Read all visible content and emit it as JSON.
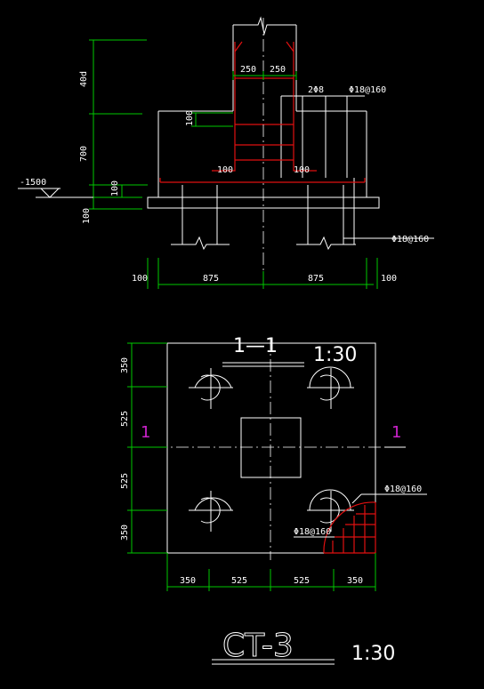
{
  "elevation": {
    "depth_label": {
      "upper_dim": "40d",
      "mid_dim": "700",
      "cover_dim": "100",
      "pad_dim": "100",
      "bar_top_dim": "100"
    },
    "level_mark": "-1500",
    "column_dims": {
      "left": "250",
      "right": "250"
    },
    "hook_dims": {
      "left": "100",
      "right": "100"
    },
    "rebar": {
      "stirrup": "2Φ8",
      "top_bar": "Φ18@160",
      "bottom_bar": "Φ18@160"
    },
    "width_dims": [
      "100",
      "875",
      "875",
      "100"
    ]
  },
  "plan": {
    "section_label": "1—1",
    "scale": "1:30",
    "cut_mark_left": "1",
    "cut_mark_right": "1",
    "left_dims": [
      "350",
      "525",
      "525",
      "350"
    ],
    "bottom_dims": [
      "350",
      "525",
      "525",
      "350"
    ],
    "rebar_top": "Φ18@160",
    "rebar_bottom": "Φ18@160"
  },
  "footer": {
    "title": "CT-3",
    "scale": "1:30"
  }
}
